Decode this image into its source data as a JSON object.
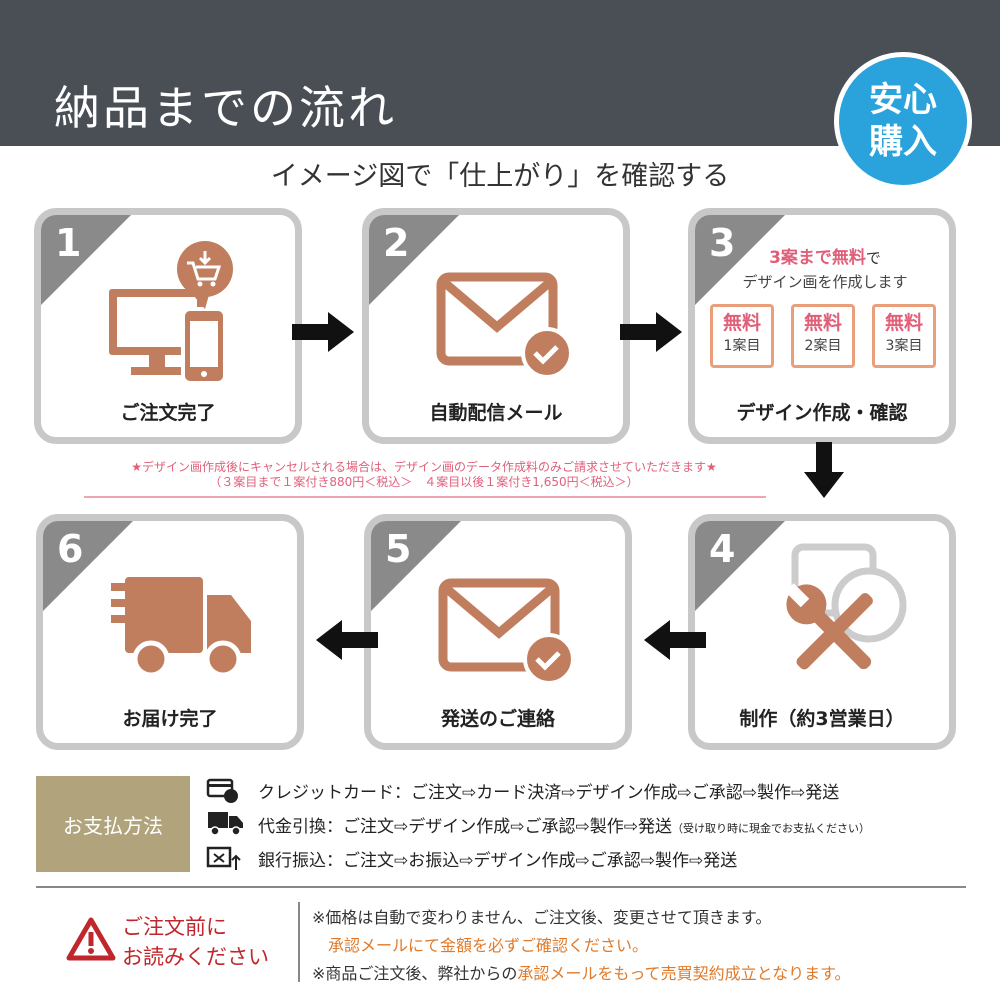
{
  "header": {
    "title": "納品までの流れ",
    "badge_line1": "安心",
    "badge_line2": "購入"
  },
  "subtitle": "イメージ図で「仕上がり」を確認する",
  "steps": [
    {
      "num": "1",
      "label": "ご注文完了"
    },
    {
      "num": "2",
      "label": "自動配信メール"
    },
    {
      "num": "3",
      "label": "デザイン作成・確認"
    },
    {
      "num": "4",
      "label": "制作（約3営業日）"
    },
    {
      "num": "5",
      "label": "発送のご連絡"
    },
    {
      "num": "6",
      "label": "お届け完了"
    }
  ],
  "design": {
    "line1_red": "3案まで無料",
    "line1_rest": "で",
    "line2": "デザイン画を作成します",
    "options": [
      {
        "free": "無料",
        "num": "1案目"
      },
      {
        "free": "無料",
        "num": "2案目"
      },
      {
        "free": "無料",
        "num": "3案目"
      }
    ]
  },
  "notice": {
    "line1": "★デザイン画作成後にキャンセルされる場合は、デザイン画のデータ作成料のみご請求させていただきます★",
    "line2": "（３案目まで１案付き880円＜税込＞　４案目以後１案付き1,650円＜税込＞）"
  },
  "payment": {
    "title": "お支払方法",
    "methods": [
      {
        "icon": "credit-card-icon",
        "text": "クレジットカード：ご注文⇨カード決済⇨デザイン作成⇨ご承認⇨製作⇨発送",
        "note": ""
      },
      {
        "icon": "delivery-truck-icon",
        "text": "代金引換：ご注文⇨デザイン作成⇨ご承認⇨製作⇨発送",
        "note": "（受け取り時に現金でお支払ください）"
      },
      {
        "icon": "bank-transfer-icon",
        "text": "銀行振込：ご注文⇨お振込⇨デザイン作成⇨ご承認⇨製作⇨発送",
        "note": ""
      }
    ]
  },
  "warning": {
    "title_line1": "ご注文前に",
    "title_line2": "お読みください",
    "line1": "※価格は自動で変わりません、ご注文後、変更させて頂きます。",
    "line2": "承認メールにて金額を必ずご確認ください。",
    "line3_a": "※商品ご注文後、弊社からの",
    "line3_b": "承認メールをもって売買契約成立となります。"
  },
  "colors": {
    "header_bg": "#4a4f56",
    "badge": "#2aa3dd",
    "icon_brown": "#c07e5e",
    "corner_gray": "#8a8a8a",
    "card_border": "#c8c8c8",
    "pink": "#e0607a",
    "payment_bg": "#b1a47d",
    "warning_red": "#c0272d",
    "orange": "#e07a2a"
  }
}
